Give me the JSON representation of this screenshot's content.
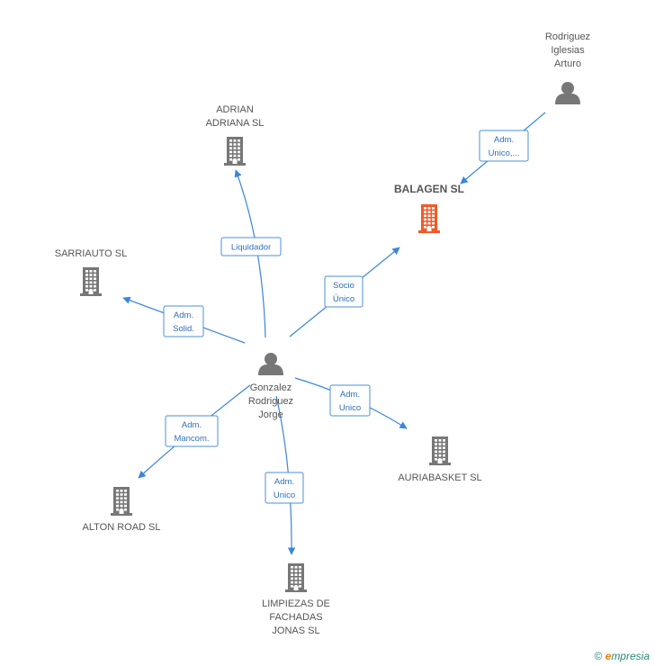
{
  "colors": {
    "accent": "#3a86d8",
    "company": "#777777",
    "highlight": "#f05a28",
    "person": "#777777"
  },
  "nodes": [
    {
      "id": "rodriguez",
      "kind": "person",
      "label": [
        "Rodriguez",
        "Iglesias",
        "Arturo"
      ]
    },
    {
      "id": "adrian",
      "kind": "company",
      "label": [
        "ADRIAN",
        "ADRIANA SL"
      ]
    },
    {
      "id": "balagen",
      "kind": "company",
      "highlight": true,
      "label": [
        "BALAGEN SL"
      ]
    },
    {
      "id": "sarriauto",
      "kind": "company",
      "label": [
        "SARRIAUTO SL"
      ]
    },
    {
      "id": "gonzalez",
      "kind": "person",
      "label": [
        "Gonzalez",
        "Rodriguez",
        "Jorge"
      ]
    },
    {
      "id": "auriabasket",
      "kind": "company",
      "label": [
        "AURIABASKET SL"
      ]
    },
    {
      "id": "alton",
      "kind": "company",
      "label": [
        "ALTON ROAD SL"
      ]
    },
    {
      "id": "limpiezas",
      "kind": "company",
      "label": [
        "LIMPIEZAS DE",
        "FACHADAS",
        "JONAS SL"
      ]
    }
  ],
  "edges": [
    {
      "from": "rodriguez",
      "to": "balagen",
      "label": [
        "Adm.",
        "Unico,..."
      ]
    },
    {
      "from": "gonzalez",
      "to": "adrian",
      "label": [
        "Liquidador"
      ]
    },
    {
      "from": "gonzalez",
      "to": "balagen",
      "label": [
        "Socio",
        "Único"
      ]
    },
    {
      "from": "gonzalez",
      "to": "sarriauto",
      "label": [
        "Adm.",
        "Solid."
      ]
    },
    {
      "from": "gonzalez",
      "to": "auriabasket",
      "label": [
        "Adm.",
        "Unico"
      ]
    },
    {
      "from": "gonzalez",
      "to": "alton",
      "label": [
        "Adm.",
        "Mancom."
      ]
    },
    {
      "from": "gonzalez",
      "to": "limpiezas",
      "label": [
        "Adm.",
        "Unico"
      ]
    }
  ],
  "footer": {
    "copyright": "©",
    "brand_initial": "e",
    "brand_rest": "mpresia"
  }
}
